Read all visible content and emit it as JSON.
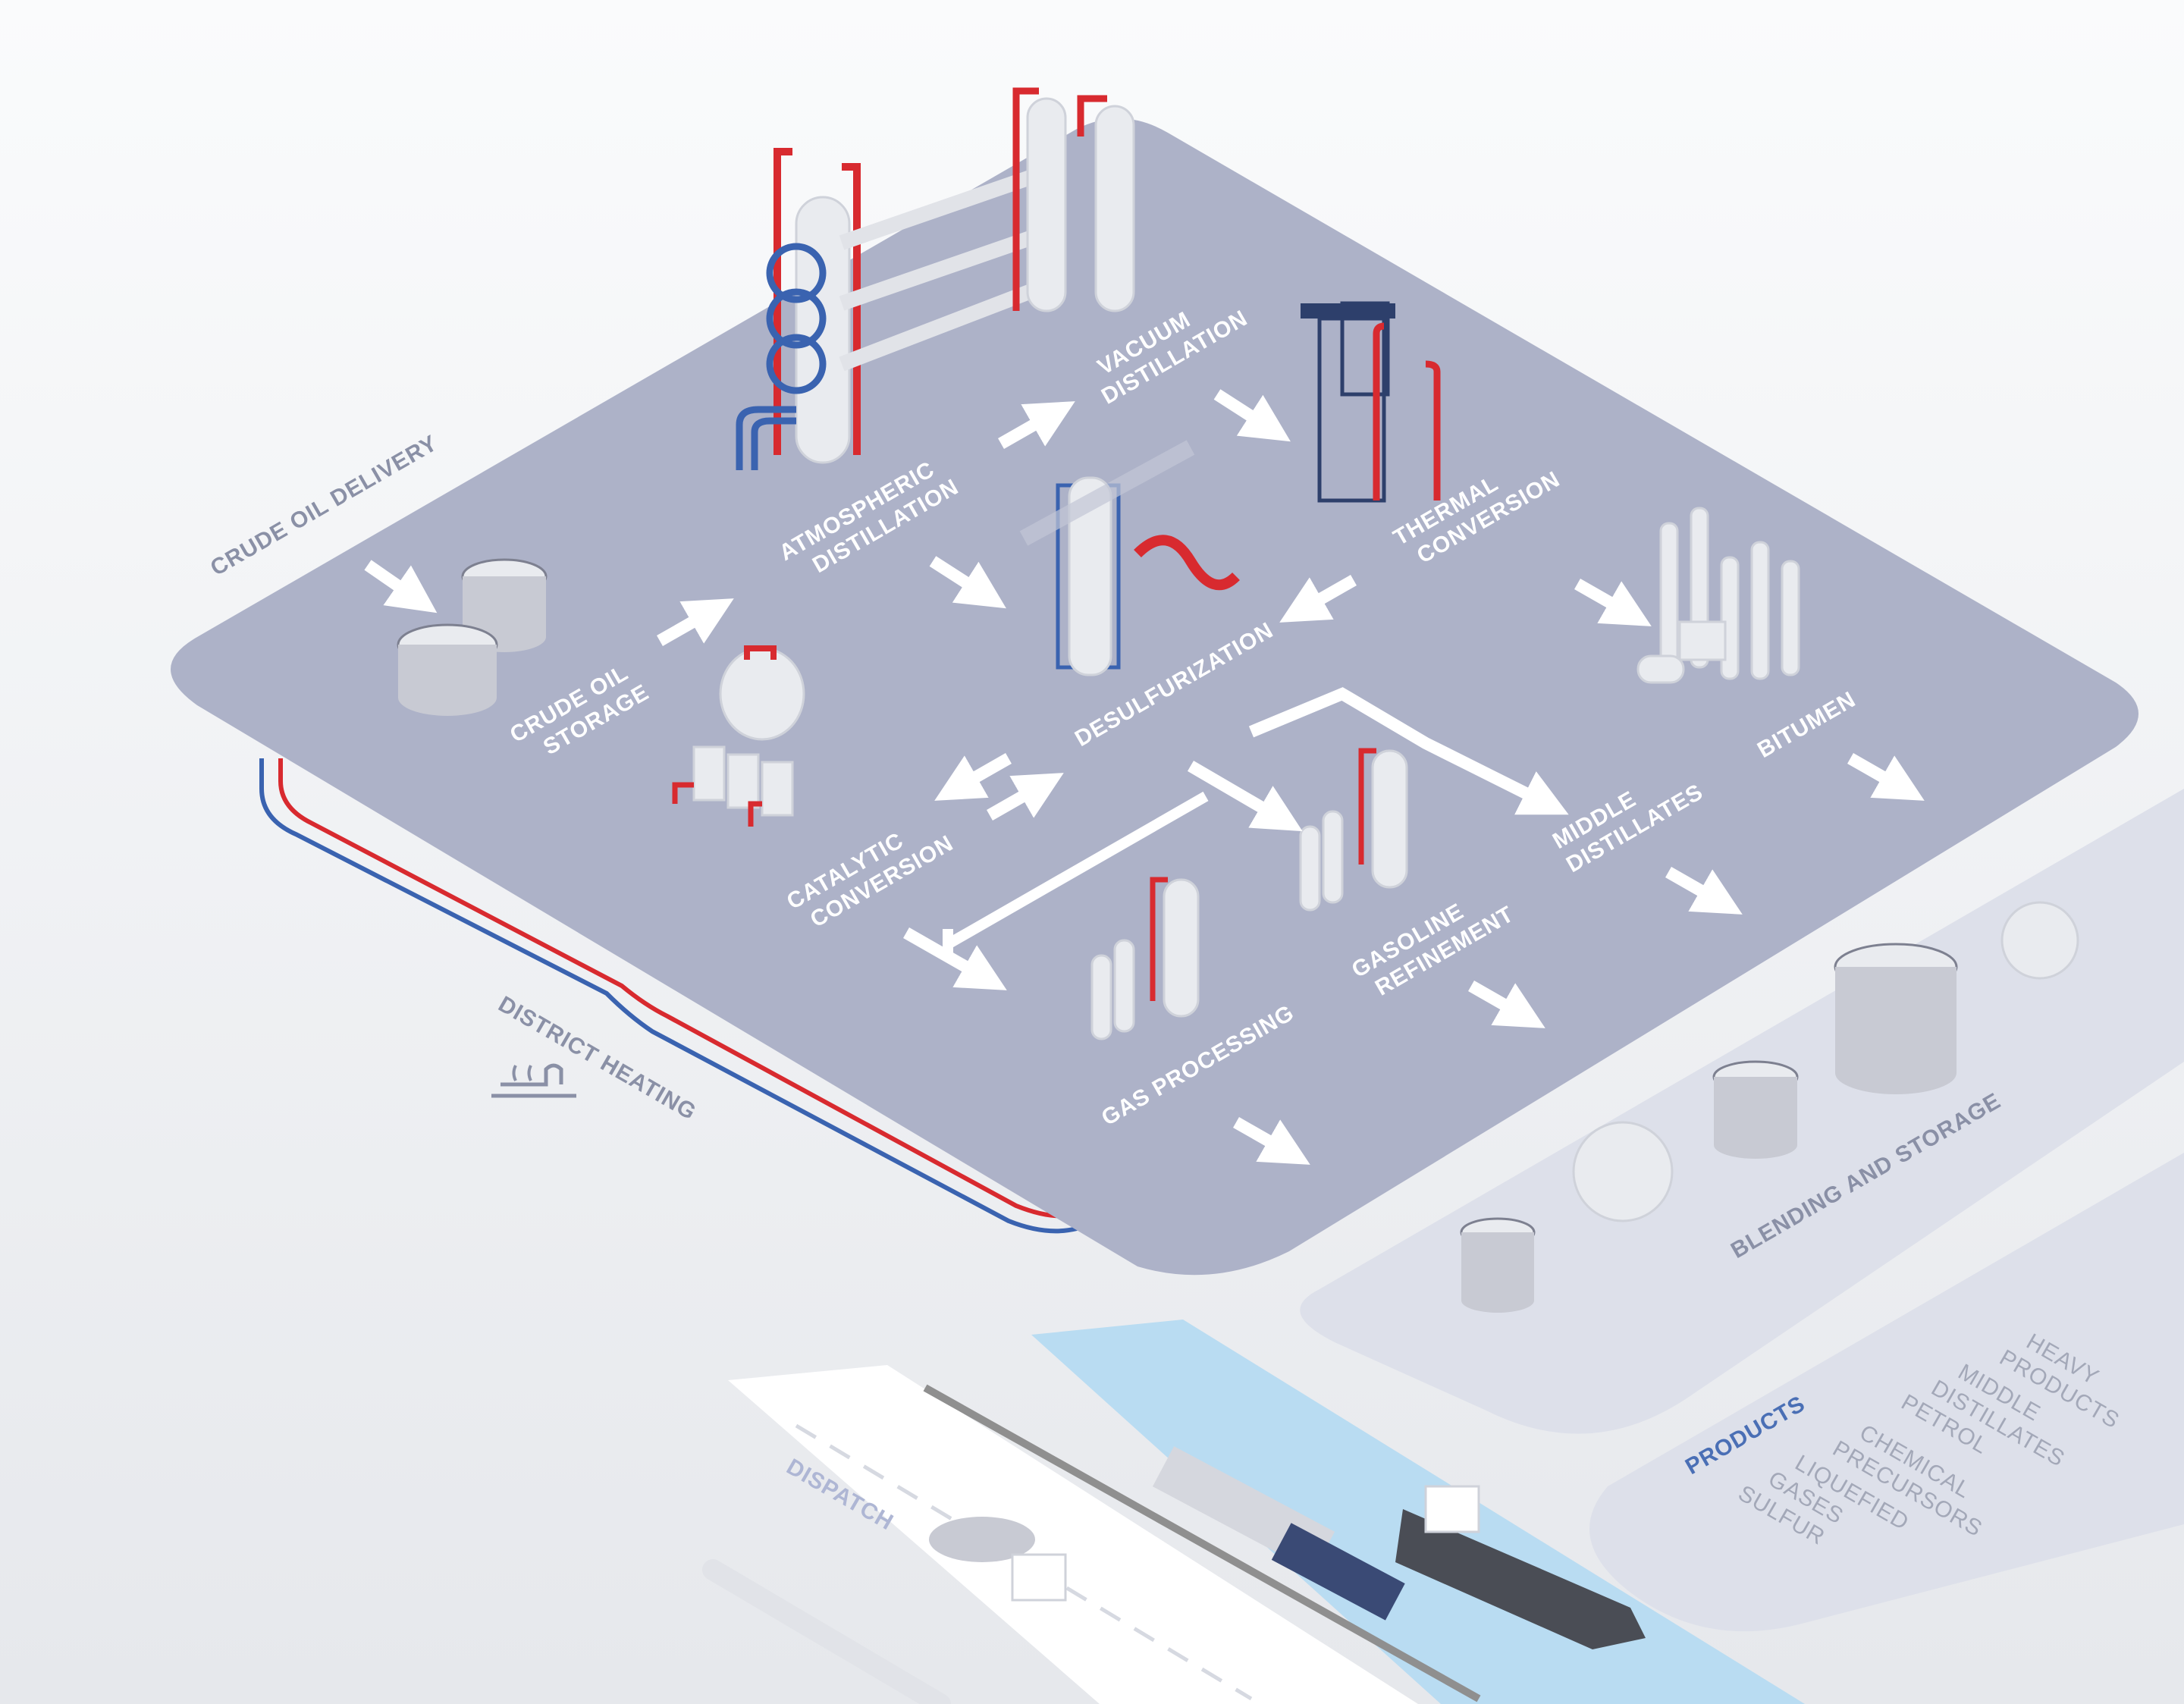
{
  "colors": {
    "platform": "#adb2c8",
    "accent_red": "#d82a2f",
    "accent_blue": "#3a63b0",
    "equipment": "#e9ebef",
    "background": "#f5f6f8"
  },
  "labels": {
    "crude_oil_delivery": "CRUDE OIL DELIVERY",
    "crude_oil_storage": [
      "CRUDE OIL",
      "STORAGE"
    ],
    "atmospheric_distillation": [
      "ATMOSPHERIC",
      "DISTILLATION"
    ],
    "vacuum_distillation": [
      "VACUUM",
      "DISTILLATION"
    ],
    "thermal_conversion": [
      "THERMAL",
      "CONVERSION"
    ],
    "desulfurization": "DESULFURIZATION",
    "catalytic_conversion": [
      "CATALYTIC",
      "CONVERSION"
    ],
    "gas_processing": "GAS PROCESSING",
    "gasoline_refinement": [
      "GASOLINE",
      "REFINEMENT"
    ],
    "middle_distillates": [
      "MIDDLE",
      "DISTILLATES"
    ],
    "bitumen": "BITUMEN",
    "district_heating": "DISTRICT HEATING",
    "blending_and_storage": "BLENDING AND STORAGE",
    "dispatch": "DISPATCH"
  },
  "products": {
    "heading": "PRODUCTS",
    "items": [
      [
        "HEAVY",
        "PRODUCTS"
      ],
      [
        "MIDDLE",
        "DISTILLATES"
      ],
      [
        "PETROL"
      ],
      [
        "CHEMICAL",
        "PRECURSORS"
      ],
      [
        "LIQUEFIED",
        "GASES"
      ],
      [
        "SULFUR"
      ]
    ]
  }
}
